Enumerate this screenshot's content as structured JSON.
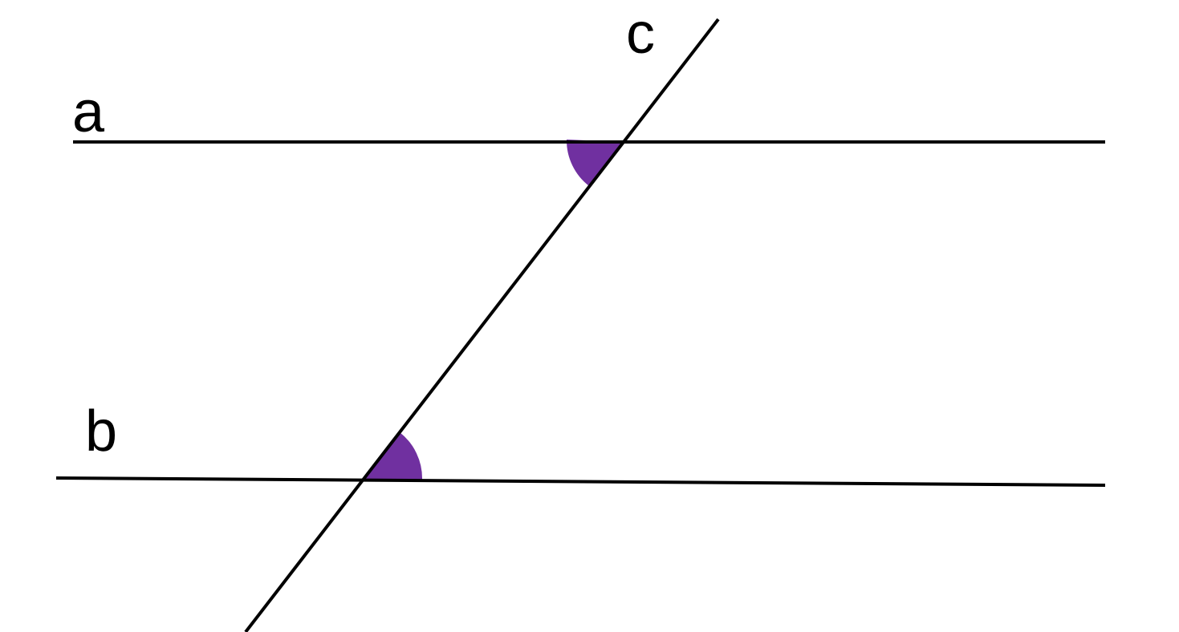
{
  "diagram": {
    "lines": {
      "a": {
        "label": "a"
      },
      "b": {
        "label": "b"
      },
      "c": {
        "label": "c"
      }
    },
    "colors": {
      "line": "#000000",
      "angle_fill": "#7030a0",
      "background": "#ffffff"
    }
  }
}
